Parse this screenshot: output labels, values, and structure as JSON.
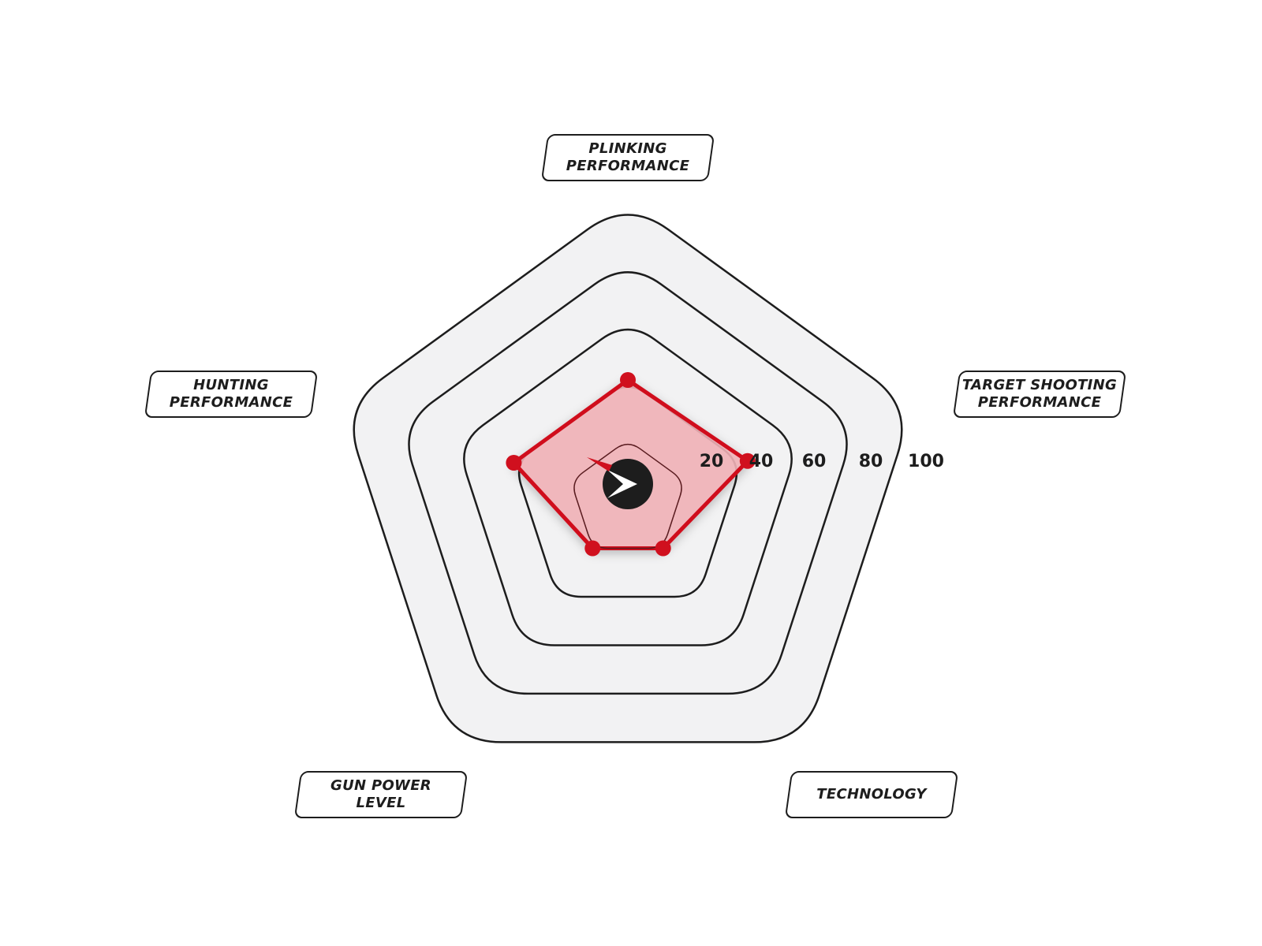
{
  "chart_data": {
    "type": "radar",
    "axes": [
      "PLINKING\nPERFORMANCE",
      "TARGET SHOOTING\nPERFORMANCE",
      "TECHNOLOGY",
      "GUN POWER\nLEVEL",
      "HUNTING\nPERFORMANCE"
    ],
    "values": [
      40,
      42,
      20,
      20,
      40
    ],
    "rings": [
      20,
      40,
      60,
      80,
      100
    ],
    "tick_labels": [
      "20",
      "40",
      "60",
      "80",
      "100"
    ],
    "range": [
      0,
      100
    ],
    "colors": {
      "series_stroke": "#d0101e",
      "series_fill": "#f2b3b8",
      "ring_fill": "#f2f2f3",
      "ring_stroke": "#1d1d1d"
    },
    "center_icon": "brand-chevron-logo"
  }
}
